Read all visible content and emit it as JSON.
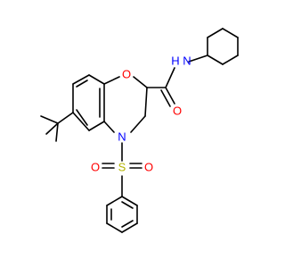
{
  "molecule": {
    "atoms": {
      "o_ring": {
        "symbol": "O",
        "color": "#ff0000"
      },
      "o_carbonyl": {
        "symbol": "O",
        "color": "#ff0000"
      },
      "n_amide": {
        "symbol": "N",
        "sub": "H",
        "color": "#0000ff"
      },
      "n_ring": {
        "symbol": "N",
        "color": "#0000ff"
      },
      "s_sulfonyl": {
        "symbol": "S",
        "color": "#b3b300"
      },
      "o_sulfonyl_left": {
        "symbol": "O",
        "color": "#ff0000"
      },
      "o_sulfonyl_right": {
        "symbol": "O",
        "color": "#ff0000"
      }
    },
    "bond_color": "#000000"
  }
}
